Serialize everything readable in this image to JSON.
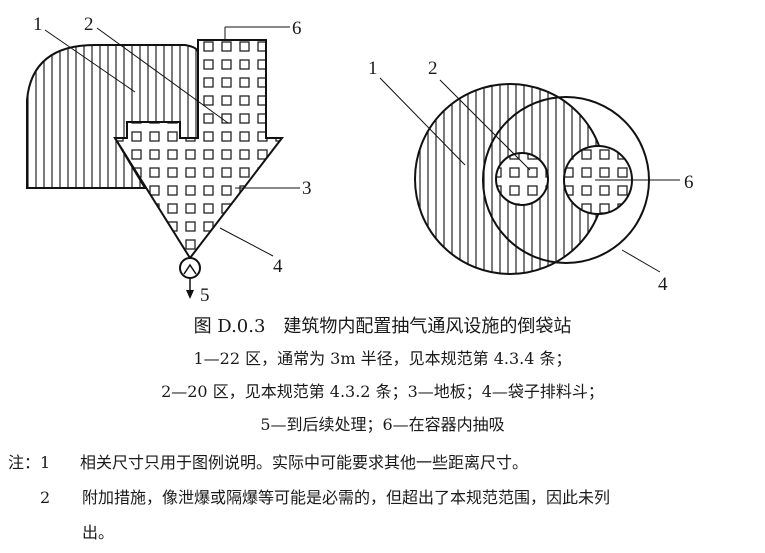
{
  "figure": {
    "left_labels": {
      "l1": "1",
      "l2": "2",
      "l3": "3",
      "l4": "4",
      "l5": "5",
      "l6": "6"
    },
    "right_labels": {
      "r1": "1",
      "r2": "2",
      "r4": "4",
      "r6": "6"
    },
    "caption": "图 D.0.3　建筑物内配置抽气通风设施的倒袋站",
    "legend_lines": [
      "1—22 区，通常为 3m 半径，见本规范第 4.3.4 条；",
      "2—20 区，见本规范第 4.3.2 条；3—地板；4—袋子排料斗；",
      "5—到后续处理；6—在容器内抽吸"
    ]
  },
  "notes": {
    "prefix": "注：",
    "items": [
      {
        "num": "1",
        "text": "相关尺寸只用于图例说明。实际中可能要求其他一些距离尺寸。"
      },
      {
        "num": "2",
        "text": "附加措施，像泄爆或隔爆等可能是必需的，但超出了本规范范围，因此未列"
      },
      {
        "num": "",
        "text": "出。"
      }
    ]
  }
}
